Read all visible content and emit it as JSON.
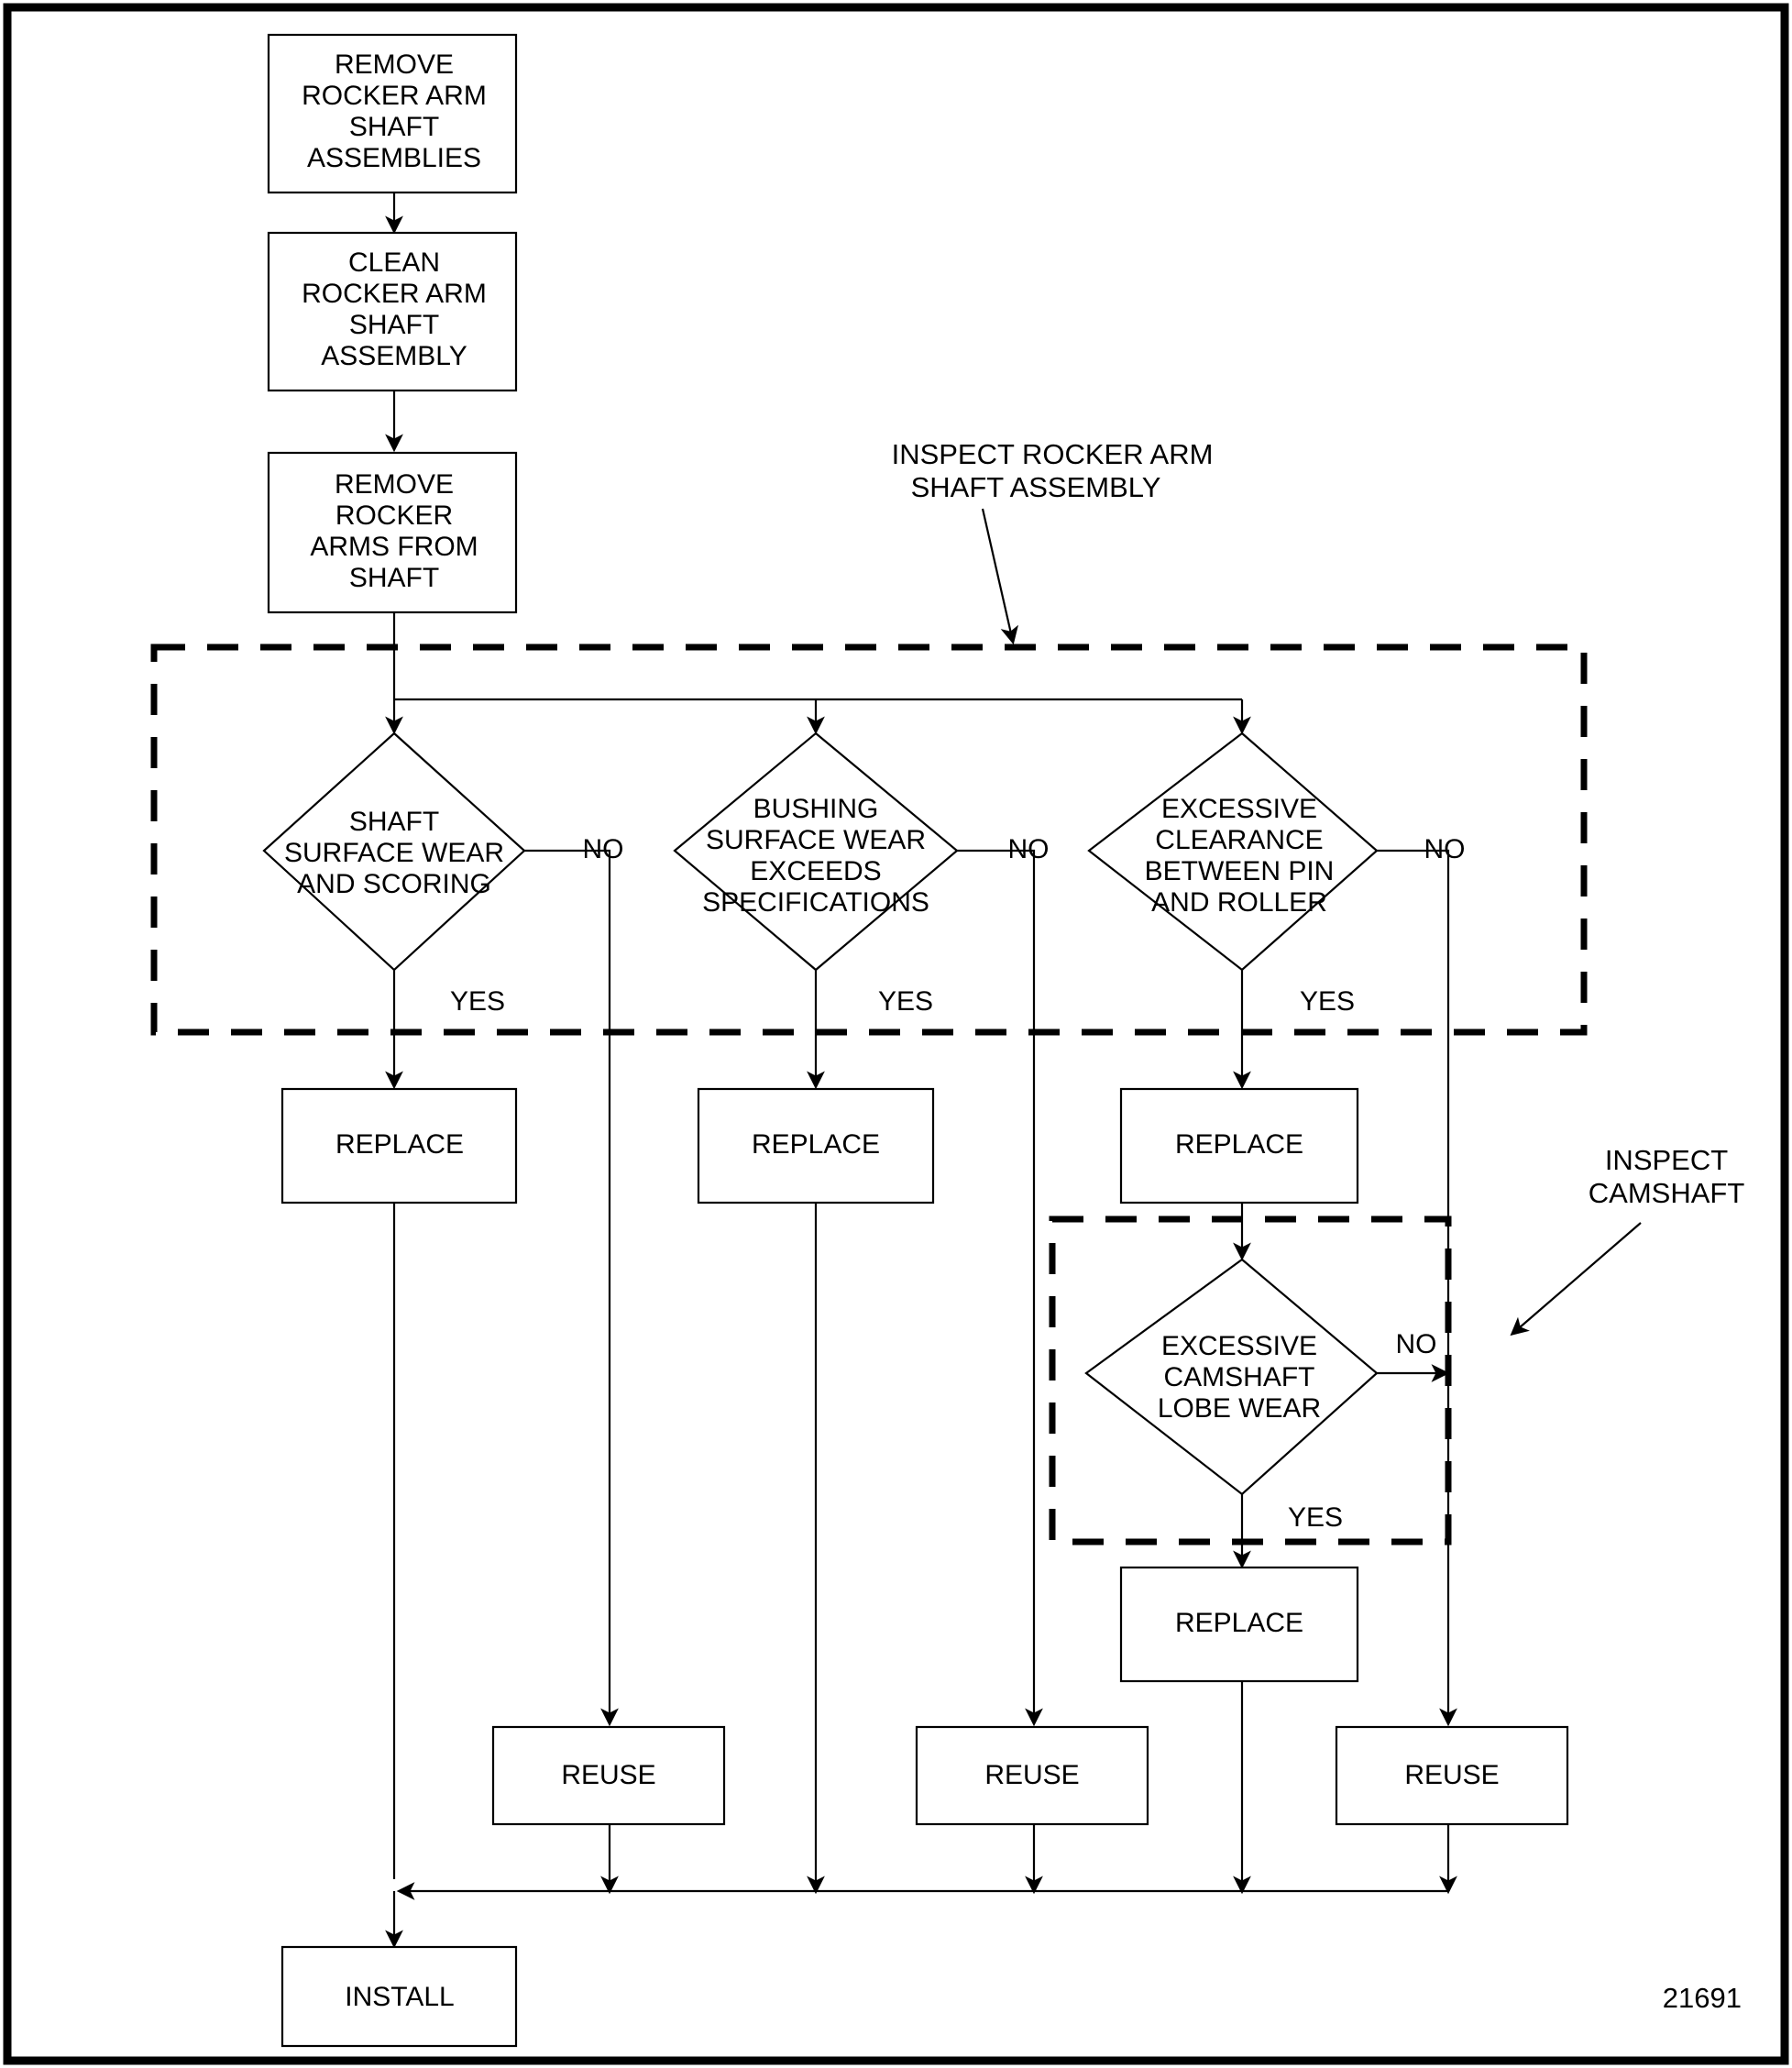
{
  "figure": {
    "number": "21691",
    "title": "Rocker Arm Shaft Assembly and Camshaft Inspection Flowchart"
  },
  "nodes": {
    "remove_assemblies": {
      "lines": [
        "REMOVE",
        "ROCKER ARM",
        "SHAFT",
        "ASSEMBLIES"
      ]
    },
    "clean_assembly": {
      "lines": [
        "CLEAN",
        "ROCKER ARM",
        "SHAFT",
        "ASSEMBLY"
      ]
    },
    "remove_arms": {
      "lines": [
        "REMOVE",
        "ROCKER",
        "ARMS FROM",
        "SHAFT"
      ]
    },
    "replace_1": {
      "lines": [
        "REPLACE"
      ]
    },
    "replace_2": {
      "lines": [
        "REPLACE"
      ]
    },
    "replace_3": {
      "lines": [
        "REPLACE"
      ]
    },
    "replace_4": {
      "lines": [
        "REPLACE"
      ]
    },
    "reuse_1": {
      "lines": [
        "REUSE"
      ]
    },
    "reuse_2": {
      "lines": [
        "REUSE"
      ]
    },
    "reuse_3": {
      "lines": [
        "REUSE"
      ]
    },
    "install": {
      "lines": [
        "INSTALL"
      ]
    }
  },
  "decisions": {
    "shaft_wear": {
      "lines": [
        "SHAFT",
        "SURFACE WEAR",
        "AND SCORING"
      ],
      "yes": "YES",
      "no": "NO"
    },
    "bushing_wear": {
      "lines": [
        "BUSHING",
        "SURFACE WEAR",
        "EXCEEDS",
        "SPECIFICATIONS"
      ],
      "yes": "YES",
      "no": "NO"
    },
    "pin_clearance": {
      "lines": [
        "EXCESSIVE",
        "CLEARANCE",
        "BETWEEN PIN",
        "AND ROLLER"
      ],
      "yes": "YES",
      "no": "NO"
    },
    "camshaft_lobe": {
      "lines": [
        "EXCESSIVE",
        "CAMSHAFT",
        "LOBE WEAR"
      ],
      "yes": "YES",
      "no": "NO"
    }
  },
  "annotations": {
    "inspect_rocker": {
      "lines": [
        "INSPECT ROCKER ARM",
        "SHAFT ASSEMBLY"
      ]
    },
    "inspect_camshaft": {
      "lines": [
        "INSPECT",
        "CAMSHAFT"
      ]
    }
  },
  "colors": {
    "stroke": "#000000",
    "fill": "#ffffff"
  }
}
